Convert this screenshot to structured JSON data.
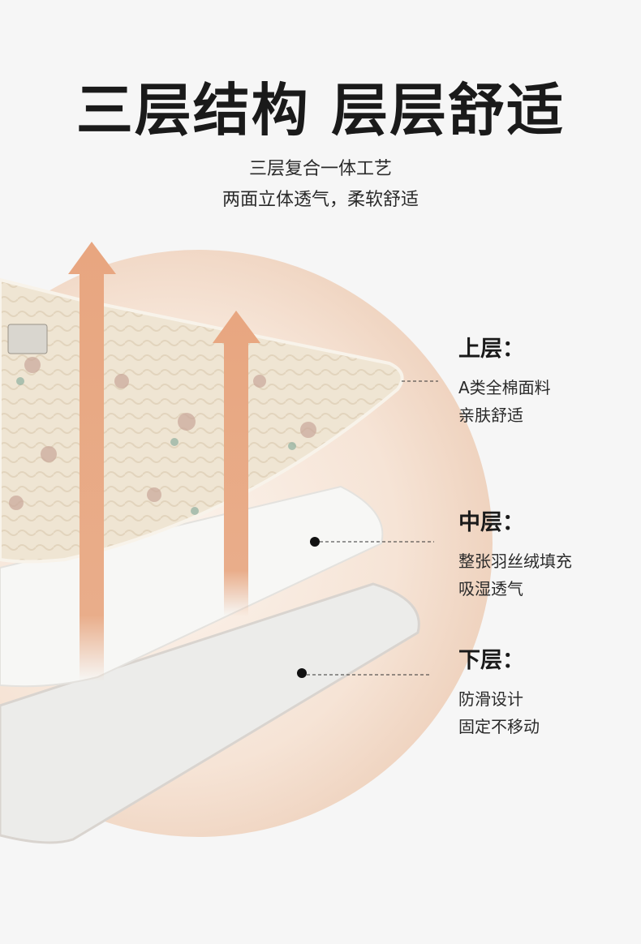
{
  "title": "三层结构 层层舒适",
  "subtitle_lines": [
    "三层复合一体工艺",
    "两面立体透气，柔软舒适"
  ],
  "layers": [
    {
      "heading": "上层：",
      "lines": [
        "A类全棉面料",
        "亲肤舒适"
      ]
    },
    {
      "heading": "中层：",
      "lines": [
        "整张羽丝绒填充",
        "吸湿透气"
      ]
    },
    {
      "heading": "下层：",
      "lines": [
        "防滑设计",
        "固定不移动"
      ]
    }
  ],
  "colors": {
    "arrow": "#e8a680",
    "circle": "#f3dccb",
    "fabric": "#efe6d6"
  }
}
